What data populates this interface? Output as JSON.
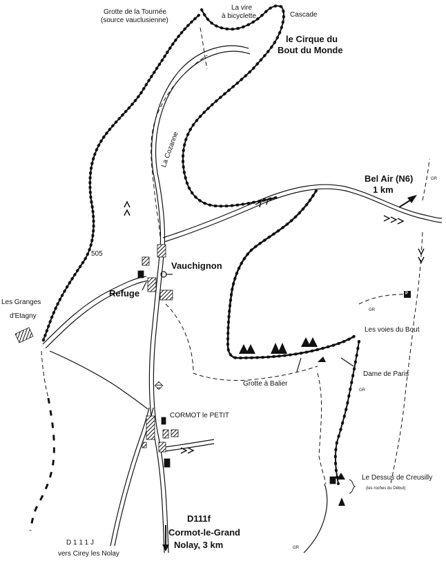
{
  "labels": {
    "grotte_tournee": "Grotte de la Tournée",
    "source_vauclusienne": "(source vauclusienne)",
    "vire_line1": "La vire",
    "vire_line2": "à bicyclette",
    "cascade": "Cascade",
    "cirque_line1": "le Cirque du",
    "cirque_line2": "Bout du Monde",
    "cozanne": "La Cozanne",
    "bel_air_line1": "Bel Air (N6)",
    "bel_air_line2": "1 km",
    "gr_top": "GR",
    "alt_505": "505",
    "vauchignon": "Vauchignon",
    "refuge": "Refuge",
    "granges_line1": "Les Granges",
    "granges_line2": "d'Etagny",
    "parking": "P",
    "gr_mid": "GR",
    "voies_du_bout": "Les voies du Bout",
    "dame_de_paris": "Dame de Paris",
    "grotte_balier": "Grotte à Balier",
    "gr_right": "GR",
    "cormot_petit": "CORMOT le PETIT",
    "dessus_creusilly": "Le Dessus de Creusilly",
    "roches_debut": "(les roches du Début)",
    "d111f": "D111f",
    "cormot_grand": "Cormot-le-Grand",
    "nolay": "Nolay, 3 km",
    "d111j": "D 1 1 1 J",
    "vers_cirey": "vers Cirey les Nolay",
    "gr_bottom": "GR"
  },
  "colors": {
    "ink": "#111111",
    "paper": "#ffffff"
  },
  "icons": [
    "cliff-edge",
    "rock-triangle",
    "building-hatch",
    "church-icon",
    "parking-icon",
    "direction-arrow-icon"
  ]
}
